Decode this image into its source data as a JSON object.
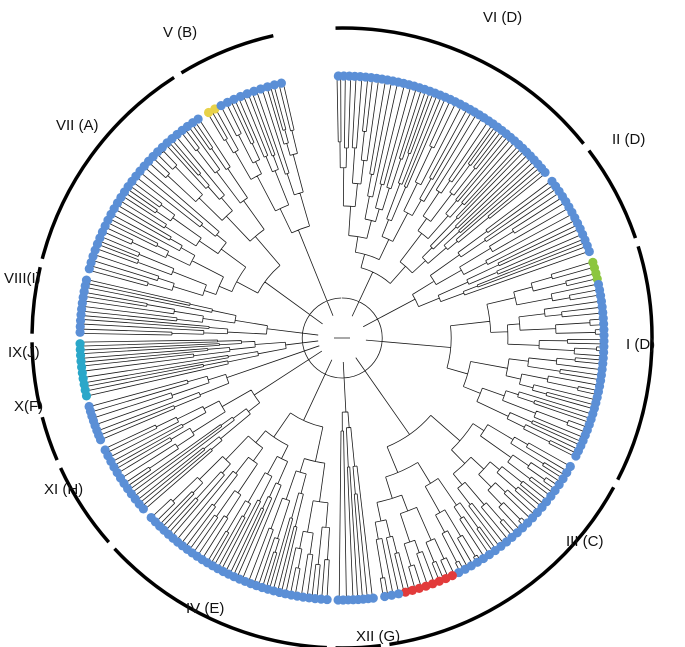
{
  "figure": {
    "clades": [
      {
        "id": "VI",
        "label": "VI (D)"
      },
      {
        "id": "II",
        "label": "II (D)"
      },
      {
        "id": "I",
        "label": "I (D)"
      },
      {
        "id": "III",
        "label": "III (C)"
      },
      {
        "id": "XII",
        "label": "XII (G)"
      },
      {
        "id": "IV",
        "label": "IV (E)"
      },
      {
        "id": "XI",
        "label": "XI (H)"
      },
      {
        "id": "X",
        "label": "X(F)"
      },
      {
        "id": "IX",
        "label": "IX(J)"
      },
      {
        "id": "VIII",
        "label": "VIII(I)"
      },
      {
        "id": "VII",
        "label": "VII (A)"
      },
      {
        "id": "V",
        "label": "V (B)"
      }
    ],
    "colors": {
      "line": "#1a1a1a",
      "arc": "#000000",
      "tip_blue": "#5b8fd6",
      "tip_red": "#e23b3b",
      "tip_green": "#8cc63f",
      "tip_yellow": "#e8d24a",
      "tip_cyan": "#2aa7c9"
    }
  }
}
